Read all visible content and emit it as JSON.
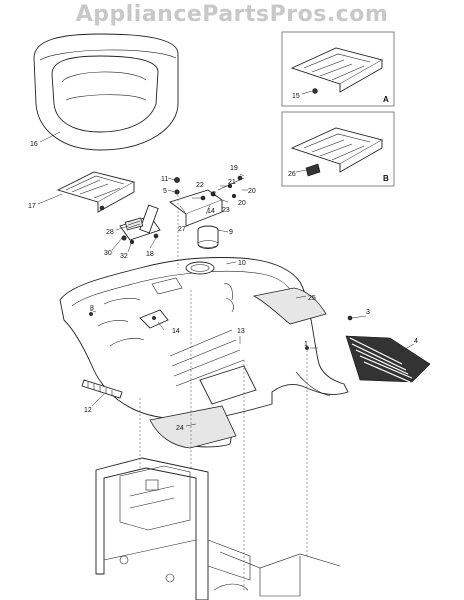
{
  "watermark": "AppliancePartsPros.com",
  "callouts": [
    "1",
    "2",
    "3",
    "4",
    "5",
    "8",
    "9",
    "10",
    "11",
    "12",
    "13",
    "14",
    "14",
    "15",
    "16",
    "17",
    "18",
    "19",
    "20",
    "20",
    "21",
    "22",
    "23",
    "24",
    "25",
    "26",
    "27",
    "28",
    "30",
    "32"
  ],
  "inset_labels": [
    "A",
    "B"
  ]
}
